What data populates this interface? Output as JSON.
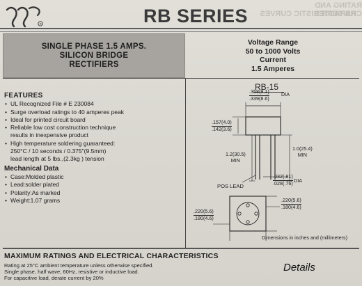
{
  "header": {
    "series": "RB SERIES"
  },
  "product": {
    "title_lines": [
      "SINGLE PHASE 1.5 AMPS.",
      "SILICON BRIDGE",
      "RECTIFIERS"
    ]
  },
  "spec": {
    "lines": [
      "Voltage Range",
      "50 to 1000 Volts",
      "Current",
      "1.5 Amperes"
    ]
  },
  "features": {
    "heading": "FEATURES",
    "items": [
      "UL Recognized File # E 230084",
      "Surge overload ratings to 40 amperes peak",
      "Ideal for printed circuit board",
      " Reliable low cost construction technique",
      "results in inexpensive product",
      "High temperature soldering guaranteed:",
      "250°C / 10 seconds / 0.375\"(9.5mm)",
      "lead length at 5 lbs.,(2.3kg ) tension"
    ]
  },
  "mechanical": {
    "heading": "Mechanical Data",
    "items": [
      "Case:Molded plastic",
      "Lead:solder plated",
      "Polarity:As marked",
      "Weight:1.07 grams"
    ]
  },
  "package": {
    "name": "RB-15",
    "dia_label": "DIA",
    "min_label": "MIN",
    "pos_lead": "POS LEAD",
    "dims": [
      ".358(9.1)",
      ".339(8.6)",
      ".157(4.0)",
      ".142(3.6)",
      "1.2(30.5)",
      "1.0(25.4)",
      ".032(.81)",
      ".028(.76)",
      ".220(5.6)",
      ".180(4.6)",
      ".220(5.6)",
      ".180(4.6)"
    ],
    "units_note": "Dimensions in inches and (millimeters)"
  },
  "ratings": {
    "heading": "MAXIMUM RATINGS AND ELECTRICAL CHARACTERISTICS",
    "notes": [
      "Rating at 25°C ambient temperature unless otherwise specified.",
      "Single phase, half wave, 60Hz, resistive or inductive load.",
      "For capacitive load, derate current by 20%"
    ]
  },
  "footer": {
    "details": "Details"
  }
}
